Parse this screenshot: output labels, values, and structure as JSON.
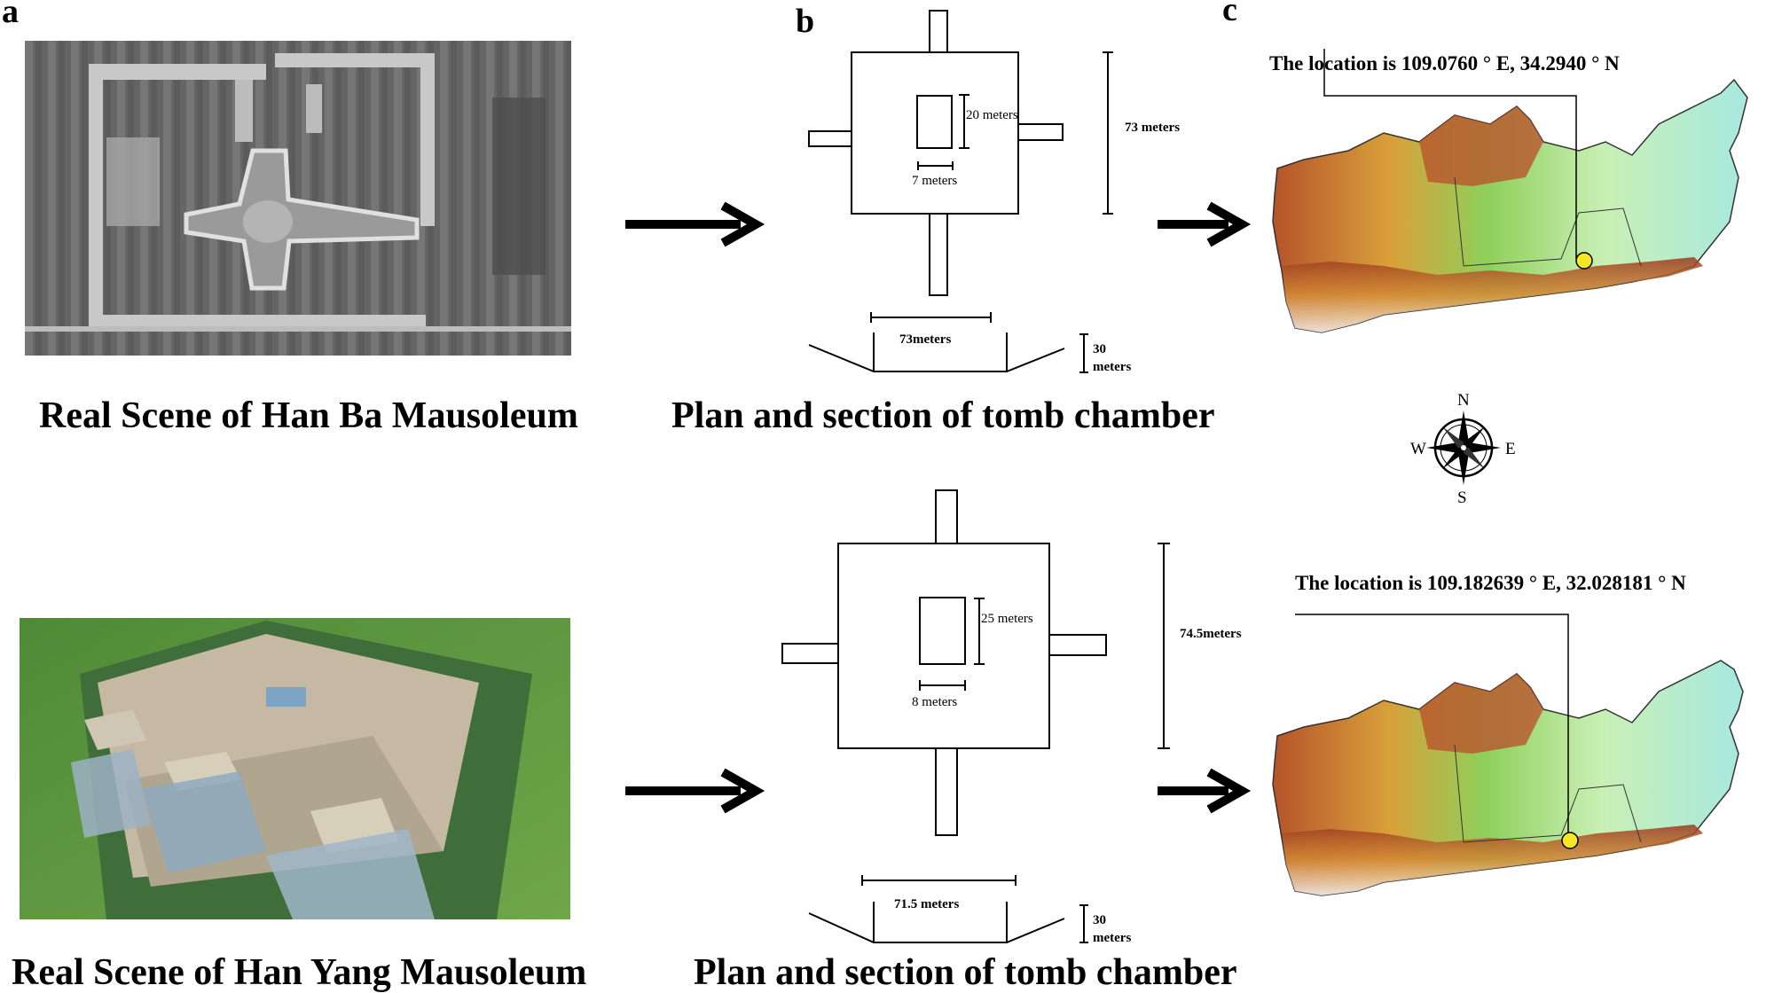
{
  "panels": {
    "a": "a",
    "b": "b",
    "c": "c"
  },
  "row1": {
    "caption_real": "Real Scene of   Han Ba Mausoleum",
    "caption_plan": "Plan and section of tomb chamber",
    "inner_height": "20 meters",
    "inner_width": "7 meters",
    "outer_height": "73 meters",
    "section_width": "73meters",
    "section_depth_value": "30",
    "section_depth_unit": "meters",
    "location": "The location  is 109.0760 ° E, 34.2940 ° N"
  },
  "row2": {
    "caption_real": "Real Scene of Han Yang Mausoleum",
    "caption_plan": "Plan and section of tomb chamber",
    "inner_height": "25 meters",
    "inner_width": "8 meters",
    "outer_height": "74.5meters",
    "section_width": "71.5 meters",
    "section_depth_value": "30",
    "section_depth_unit": "meters",
    "location": "The location is 109.182639 ° E, 32.028181 ° N"
  },
  "compass": {
    "n": "N",
    "s": "S",
    "e": "E",
    "w": "W"
  },
  "colors": {
    "marker": "#f5e626",
    "arrow": "#000000"
  }
}
